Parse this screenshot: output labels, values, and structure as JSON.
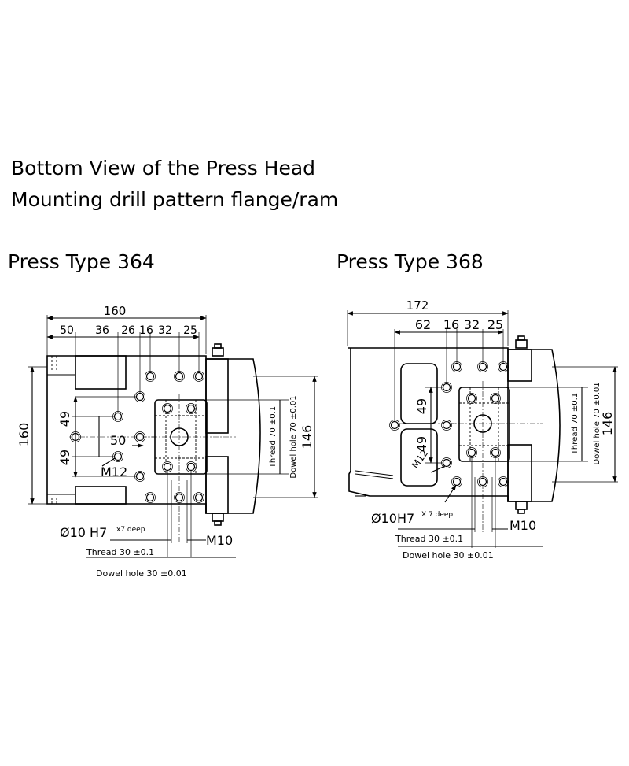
{
  "header": {
    "title": "Bottom View of the Press Head",
    "subtitle": "Mounting drill pattern flange/ram"
  },
  "press_364": {
    "title": "Press Type 364",
    "dim_total_width": "160",
    "dim_50": "50",
    "dim_36": "36",
    "dim_26": "26",
    "dim_16": "16",
    "dim_32": "32",
    "dim_25": "25",
    "dim_height": "160",
    "dim_49_upper": "49",
    "dim_49_lower": "49",
    "dim_50_inner": "50",
    "label_m12": "M12",
    "label_dowel_dia": "Ø10 H7",
    "label_deep": "x7 deep",
    "label_m10": "M10",
    "label_thread_30": "Thread 30 ±0.1",
    "label_dowel_30": "Dowel hole 30 ±0.01",
    "label_thread_70": "Thread 70 ±0.1",
    "label_dowel_70": "Dowel hole 70 ±0.01",
    "dim_146": "146"
  },
  "press_368": {
    "title": "Press Type 368",
    "dim_total_width": "172",
    "dim_62": "62",
    "dim_16": "16",
    "dim_32": "32",
    "dim_25": "25",
    "dim_49_upper": "49",
    "dim_49_lower": "49",
    "label_m12": "M12",
    "label_dowel_dia": "Ø10H7",
    "label_deep": "X 7 deep",
    "label_m10": "M10",
    "label_thread_30": "Thread 30 ±0.1",
    "label_dowel_30": "Dowel hole 30 ±0.01",
    "label_thread_70": "Thread 70 ±0.1",
    "label_dowel_70": "Dowel hole 70 ±0.01",
    "dim_146": "146"
  }
}
